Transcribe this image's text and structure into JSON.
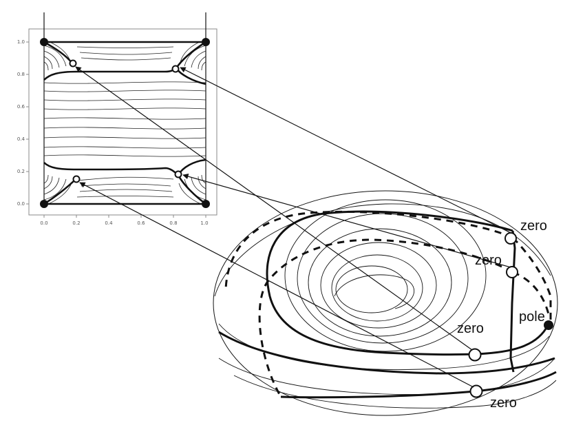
{
  "inset_plot": {
    "x_ticks": [
      "0.0",
      "0.2",
      "0.4",
      "0.6",
      "0.8",
      "1.0"
    ],
    "y_ticks": [
      "1.0",
      "0.8",
      "0.6",
      "0.4",
      "0.2",
      "0.0"
    ]
  },
  "annotations": {
    "zero_top": "zero",
    "zero_second": "zero",
    "pole": "pole",
    "zero_middle": "zero",
    "zero_bottom": "zero"
  },
  "colors": {
    "ink": "#111111",
    "frame": "#8a8a8a",
    "tick_text": "#555555",
    "background": "#ffffff"
  }
}
